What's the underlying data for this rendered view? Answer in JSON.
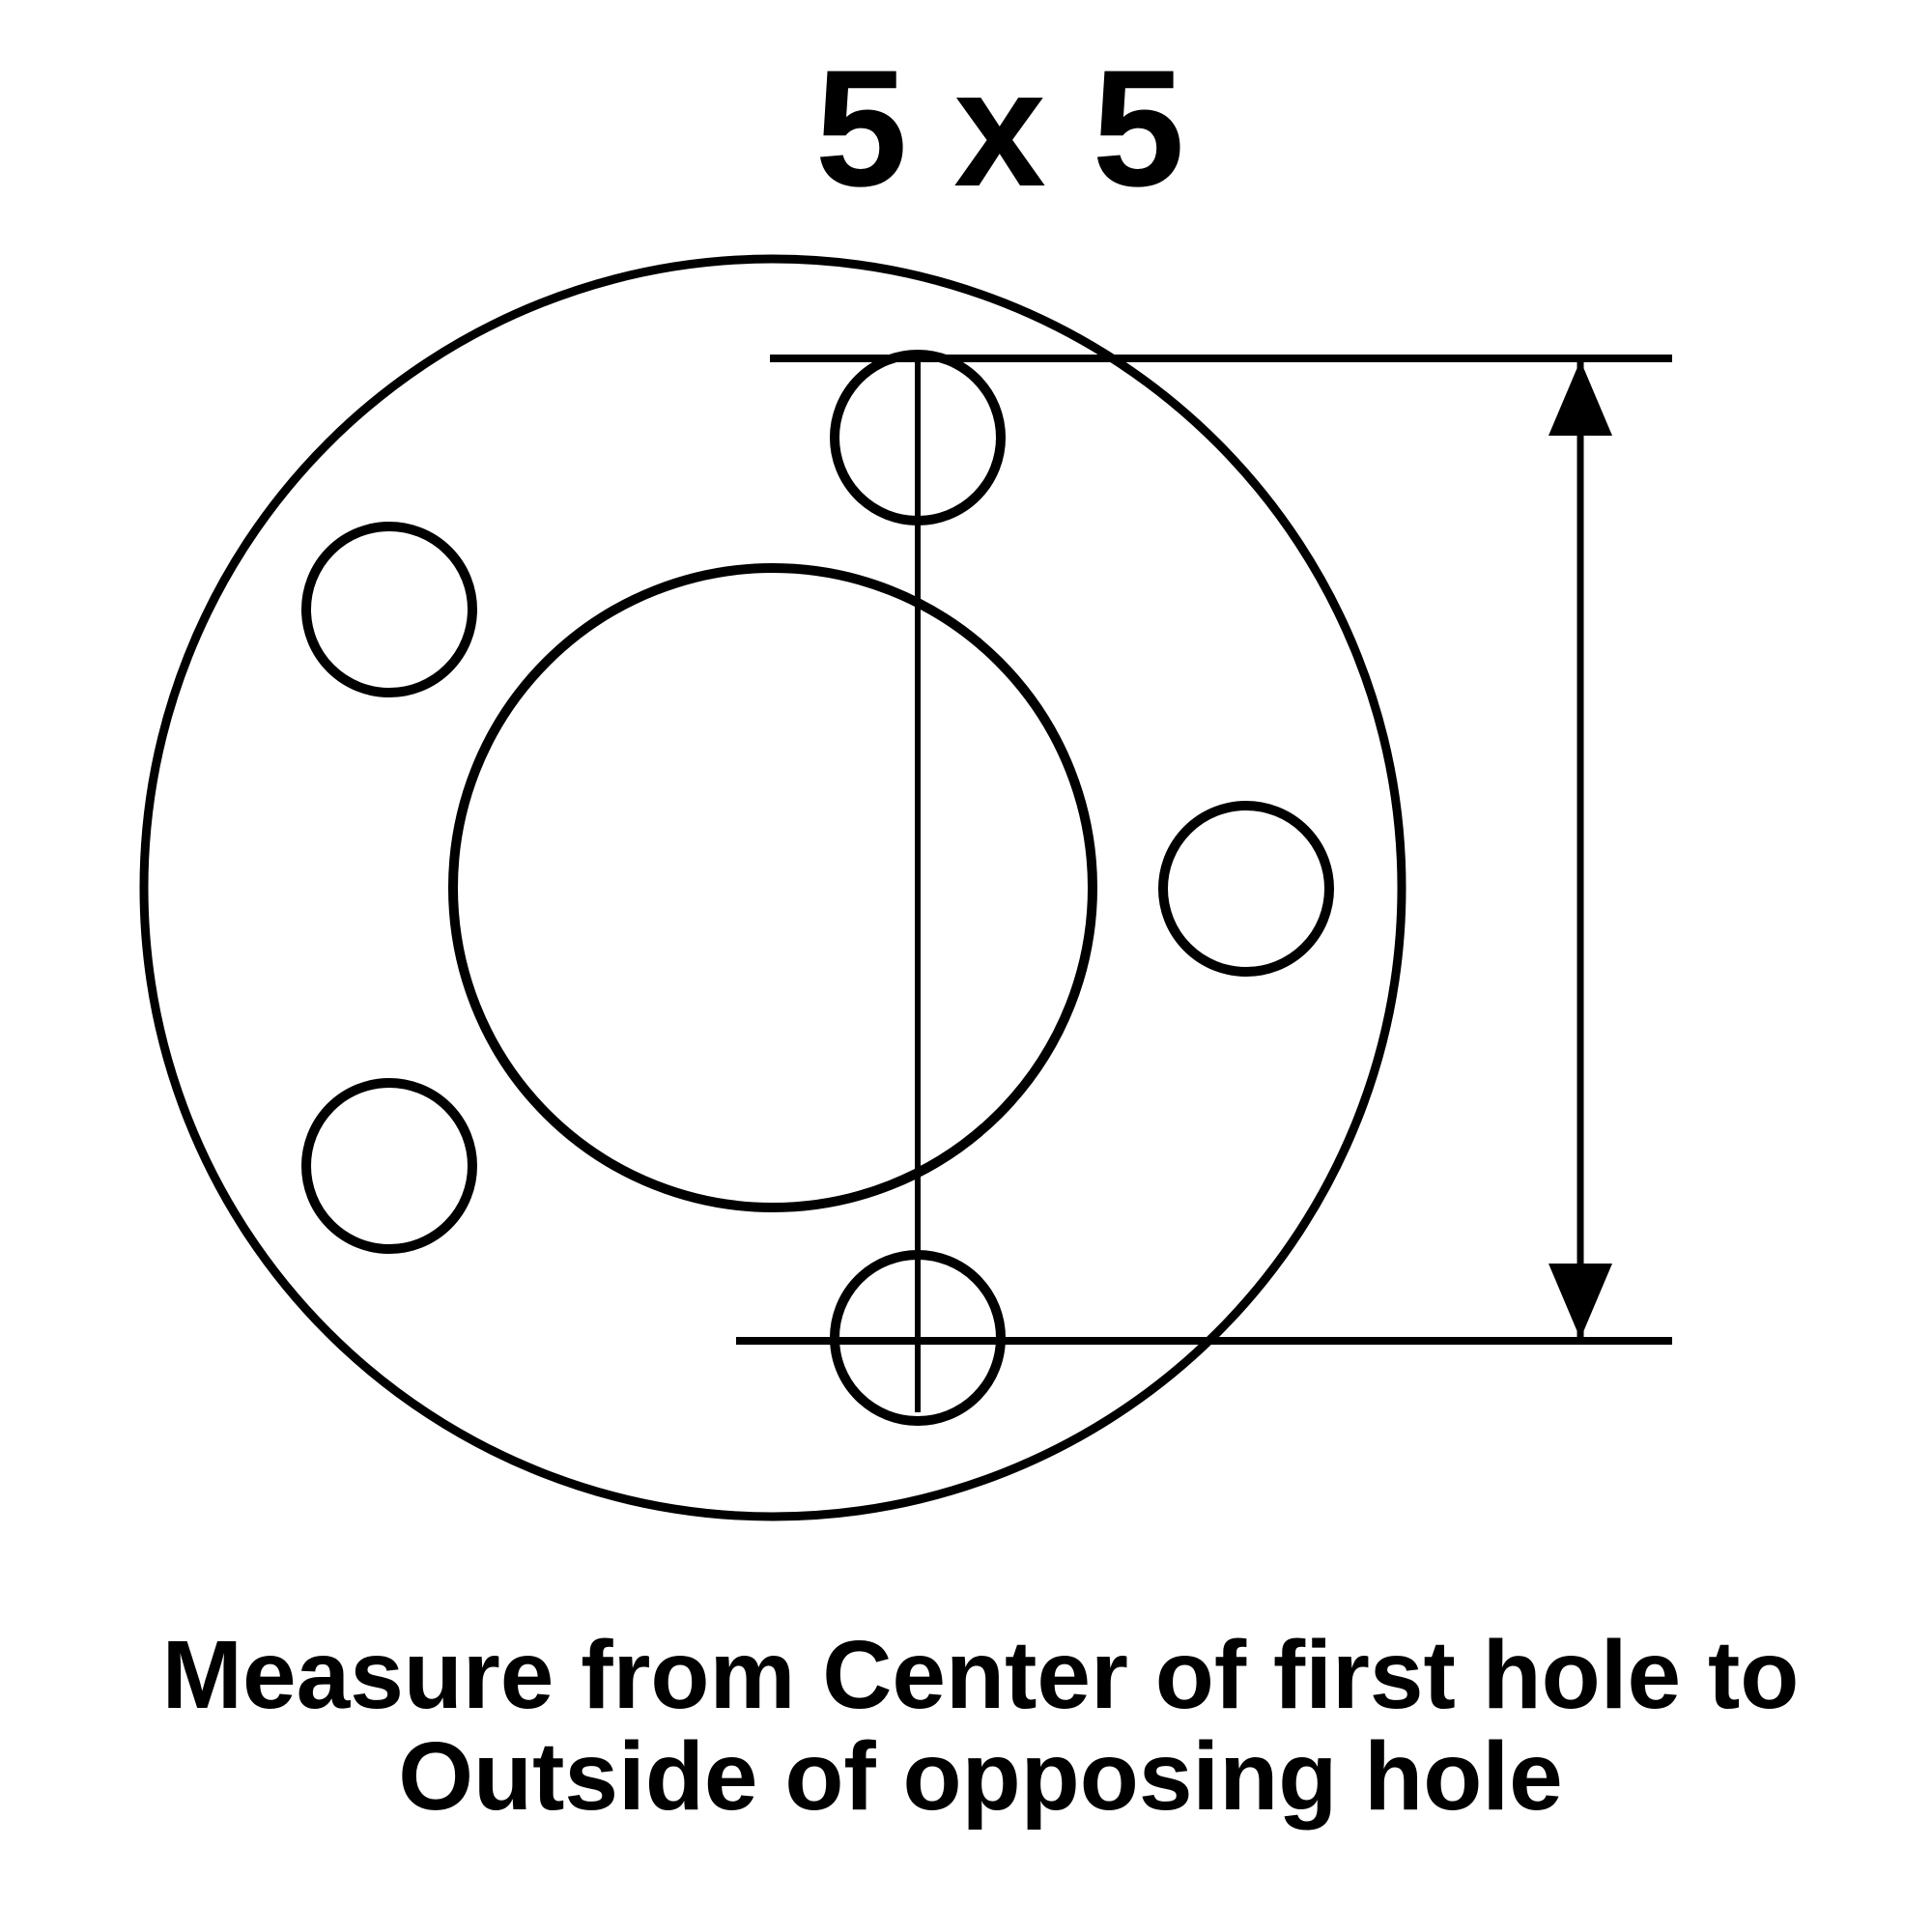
{
  "title": {
    "text": "5 x 5"
  },
  "caption": {
    "line1": "Measure from Center of first hole to",
    "line2": "Outside of opposing hole"
  },
  "diagram": {
    "bolt_pattern": "5 x 5",
    "lug_count": 5
  },
  "colors": {
    "ink": "#000000",
    "background": "#ffffff"
  }
}
